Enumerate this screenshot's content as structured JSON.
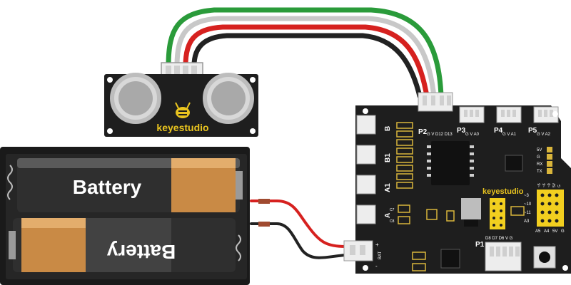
{
  "sensor": {
    "brand": "keyestudio"
  },
  "board": {
    "brand": "keyestudio",
    "ports": {
      "p2": {
        "name": "P2",
        "pins": "G V D12 D13"
      },
      "p3": {
        "name": "P3",
        "pins": "G V A0"
      },
      "p4": {
        "name": "P4",
        "pins": "G V A1"
      },
      "p5": {
        "name": "P5",
        "pins": "G V A2"
      },
      "p1": {
        "name": "P1",
        "pins": "D8 D7 D6 V G"
      }
    },
    "left_ports": [
      "B",
      "B1",
      "A1",
      "A"
    ],
    "serial_labels": [
      "5V",
      "G",
      "RX",
      "TX"
    ],
    "header_labels": [
      "~3",
      "~10",
      "~11",
      "A3"
    ],
    "header_top_labels": [
      "~5",
      "~6",
      "~9",
      "5V",
      "G"
    ],
    "bottom_labels": [
      "A5",
      "A4",
      "5V",
      "G"
    ],
    "bat_label": "BAT",
    "bat_plus": "+",
    "bat_minus": "-",
    "cap_labels": [
      "C7",
      "C8"
    ]
  },
  "battery_pack": {
    "cell_top_label": "Battery",
    "cell_bottom_label": "Battery"
  },
  "colors": {
    "board": "#1e1e1e",
    "silk": "#ffffff",
    "gold": "#d9b53b",
    "wire_green": "#2a9b3a",
    "wire_gray": "#c8c8c8",
    "wire_red": "#d6211f",
    "wire_black": "#222222",
    "cell_body": "#2f2f2f",
    "cell_accent": "#c98a45"
  }
}
